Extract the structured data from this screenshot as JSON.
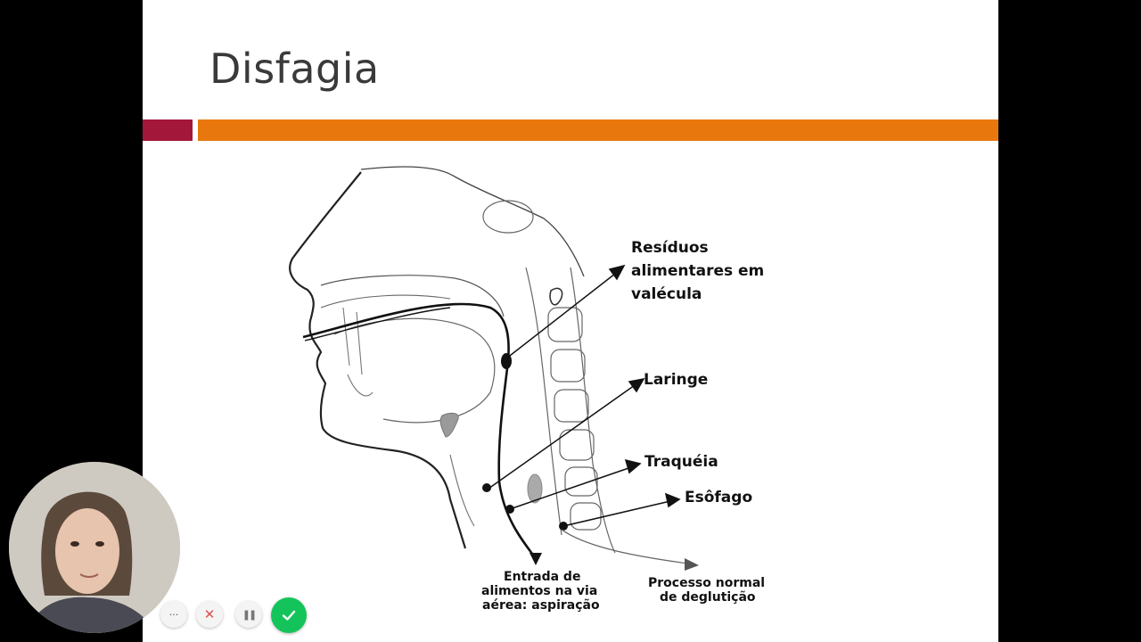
{
  "slide": {
    "title": "Disfagia",
    "accent_left_color": "#a3183a",
    "accent_right_color": "#e8780e"
  },
  "diagram": {
    "labels": {
      "residuos_line1": "Resíduos",
      "residuos_line2": "alimentares em",
      "residuos_line3": "valécula",
      "laringe": "Laringe",
      "traqueia": "Traquéia",
      "esofago": "Esôfago",
      "entrada_line1": "Entrada de",
      "entrada_line2": "alimentos na via",
      "entrada_line3": "aérea: aspiração",
      "processo_line1": "Processo normal",
      "processo_line2": "de deglutição"
    }
  },
  "recorder": {
    "more_icon": "ellipsis-icon",
    "discard_icon": "close-icon",
    "pause_icon": "pause-icon",
    "done_icon": "check-icon",
    "more_glyph": "···",
    "discard_glyph": "✕",
    "pause_glyph": "❚❚",
    "done_color": "#14c45a"
  }
}
